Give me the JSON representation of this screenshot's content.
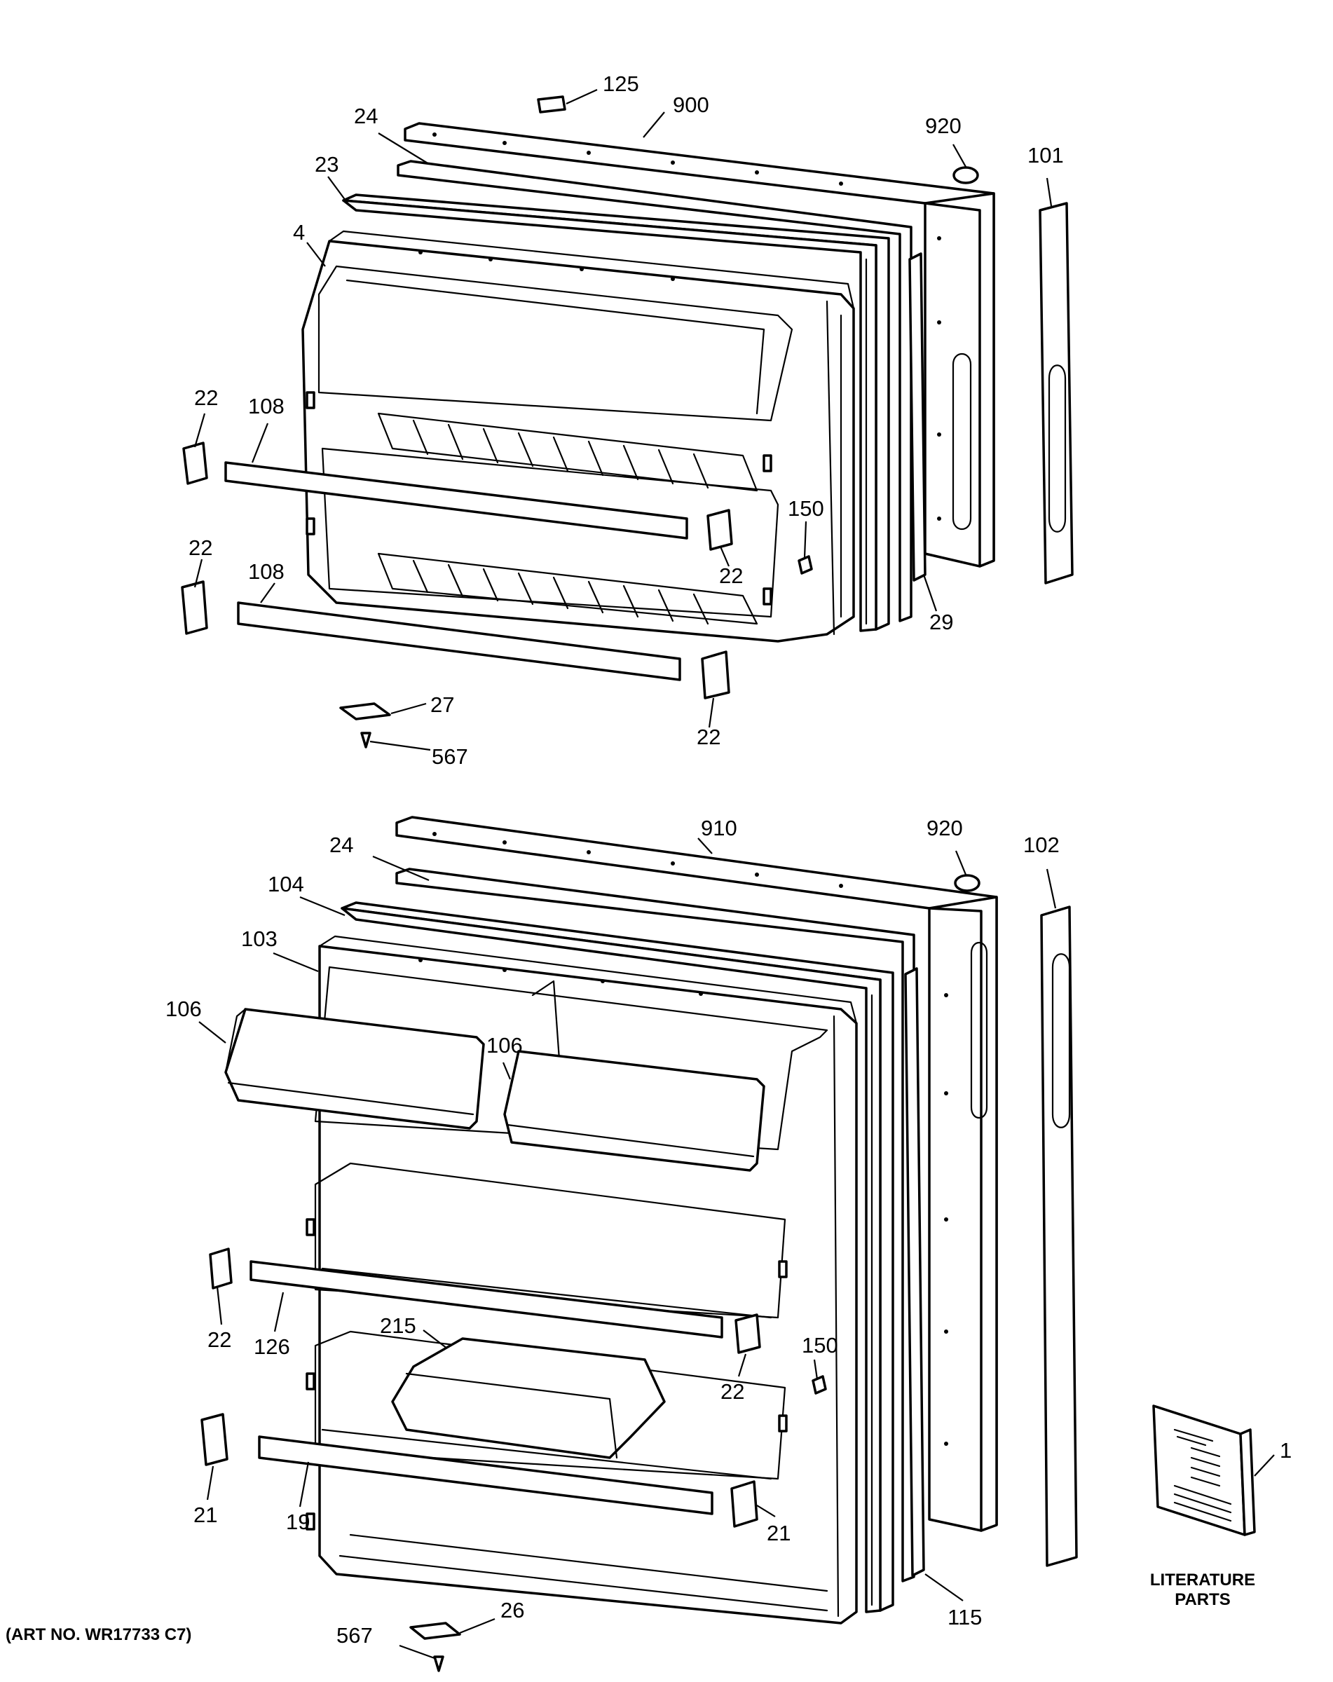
{
  "caption": "(ART NO. WR17733 C7)",
  "literature_label_line1": "LITERATURE",
  "literature_label_line2": "PARTS",
  "callouts": [
    {
      "id": "c-125",
      "text": "125"
    },
    {
      "id": "c-900",
      "text": "900"
    },
    {
      "id": "c-24-top",
      "text": "24"
    },
    {
      "id": "c-920-top",
      "text": "920"
    },
    {
      "id": "c-101",
      "text": "101"
    },
    {
      "id": "c-23",
      "text": "23"
    },
    {
      "id": "c-4",
      "text": "4"
    },
    {
      "id": "c-22-a",
      "text": "22"
    },
    {
      "id": "c-108-a",
      "text": "108"
    },
    {
      "id": "c-150-top",
      "text": "150"
    },
    {
      "id": "c-22-b",
      "text": "22"
    },
    {
      "id": "c-108-b",
      "text": "108"
    },
    {
      "id": "c-22-c",
      "text": "22"
    },
    {
      "id": "c-29",
      "text": "29"
    },
    {
      "id": "c-22-d",
      "text": "22"
    },
    {
      "id": "c-27",
      "text": "27"
    },
    {
      "id": "c-567-top",
      "text": "567"
    },
    {
      "id": "c-910",
      "text": "910"
    },
    {
      "id": "c-24-bot",
      "text": "24"
    },
    {
      "id": "c-920-bot",
      "text": "920"
    },
    {
      "id": "c-102",
      "text": "102"
    },
    {
      "id": "c-104",
      "text": "104"
    },
    {
      "id": "c-103",
      "text": "103"
    },
    {
      "id": "c-106-a",
      "text": "106"
    },
    {
      "id": "c-106-b",
      "text": "106"
    },
    {
      "id": "c-150-bot",
      "text": "150"
    },
    {
      "id": "c-22-e",
      "text": "22"
    },
    {
      "id": "c-126",
      "text": "126"
    },
    {
      "id": "c-215",
      "text": "215"
    },
    {
      "id": "c-22-f",
      "text": "22"
    },
    {
      "id": "c-1",
      "text": "1"
    },
    {
      "id": "c-21-a",
      "text": "21"
    },
    {
      "id": "c-19",
      "text": "19"
    },
    {
      "id": "c-21-b",
      "text": "21"
    },
    {
      "id": "c-115",
      "text": "115"
    },
    {
      "id": "c-26",
      "text": "26"
    },
    {
      "id": "c-567-bot",
      "text": "567"
    }
  ]
}
